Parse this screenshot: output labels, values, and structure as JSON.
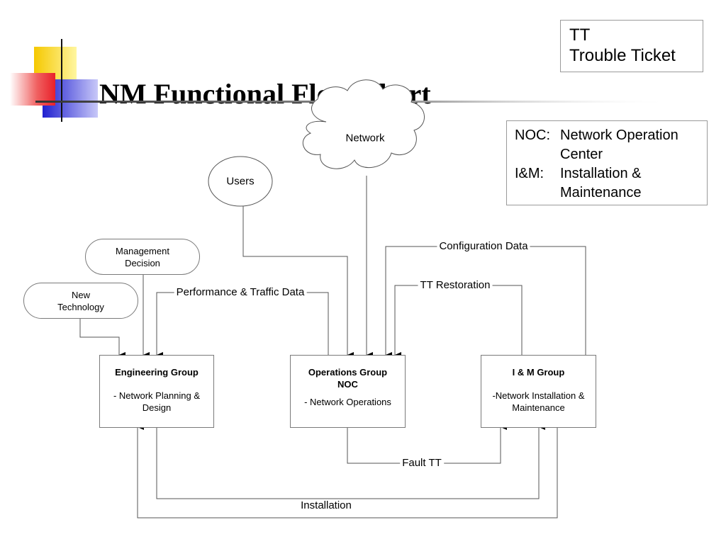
{
  "title": "NM Functional Flow Chart",
  "legend": {
    "line1": "TT",
    "line2": "Trouble Ticket"
  },
  "definitions": [
    {
      "key": "NOC:",
      "value": "Network Operation\nCenter"
    },
    {
      "key": "I&M:",
      "value": "Installation &\nMaintenance"
    }
  ],
  "nodes": {
    "network": "Network",
    "users": "Users",
    "management_decision": "Management\nDecision",
    "new_technology": "New\nTechnology"
  },
  "groups": {
    "engineering": {
      "name": "Engineering Group",
      "desc": "- Network Planning &\nDesign"
    },
    "operations": {
      "name": "Operations Group\nNOC",
      "desc": "- Network Operations"
    },
    "im": {
      "name": "I & M Group",
      "desc": "-Network Installation &\nMaintenance"
    }
  },
  "flows": {
    "performance_traffic": "Performance & Traffic Data",
    "configuration": "Configuration Data",
    "tt_restoration": "TT Restoration",
    "fault_tt": "Fault TT",
    "installation": "Installation"
  },
  "colors": {
    "logo_yellow": "#f5c800",
    "logo_red": "#e8202a",
    "logo_blue": "#2020d0",
    "line": "#555555"
  }
}
